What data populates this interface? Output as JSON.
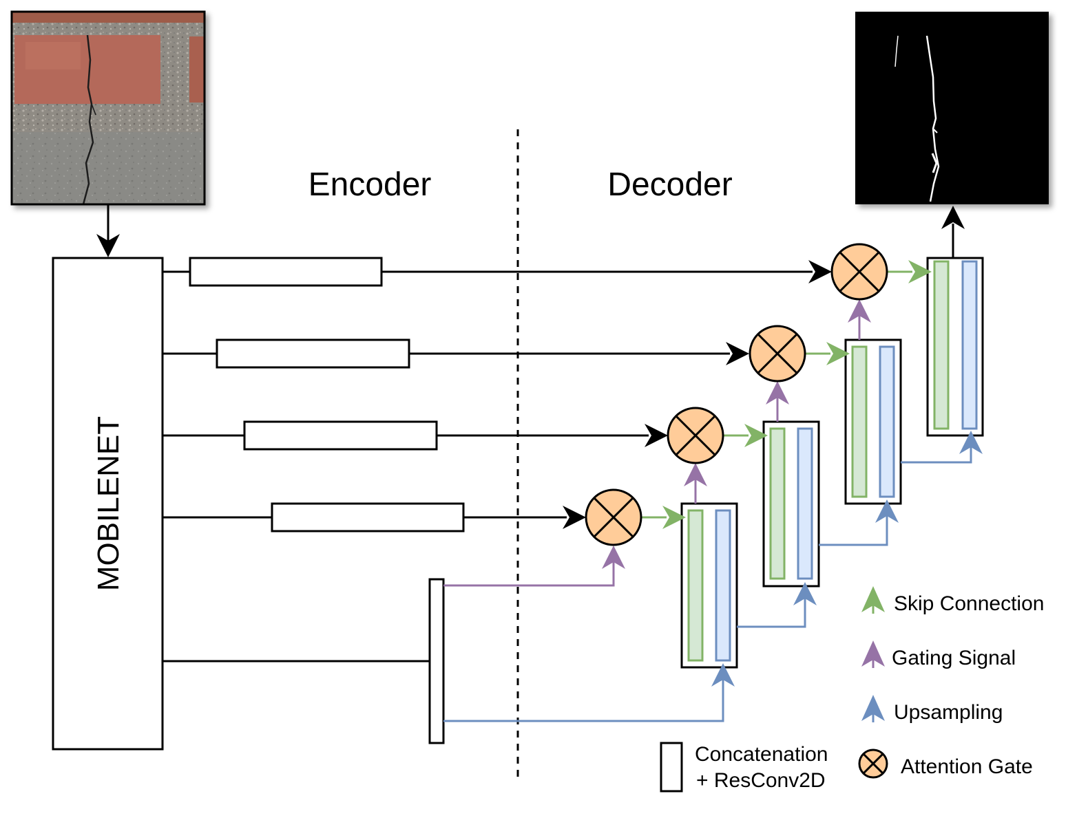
{
  "sections": {
    "encoder_label": "Encoder",
    "decoder_label": "Decoder"
  },
  "backbone": {
    "label": "MOBILENET"
  },
  "input_image": {
    "icon": "brick-wall-crack-photo"
  },
  "output_image": {
    "icon": "crack-segmentation-mask"
  },
  "legend": {
    "skip_connection": "Skip Connection",
    "gating_signal": "Gating Signal",
    "upsampling": "Upsampling",
    "attention_gate": "Attention Gate",
    "concat_line1": "Concatenation",
    "concat_line2": "+ ResConv2D"
  },
  "colors": {
    "skip": "#82b366",
    "skip_fill": "#d5e8d4",
    "gating": "#9673a6",
    "upsampling": "#6c8ebf",
    "upsampling_fill": "#dae8fc",
    "attention_fill": "#ffcc99",
    "line": "#000000"
  }
}
